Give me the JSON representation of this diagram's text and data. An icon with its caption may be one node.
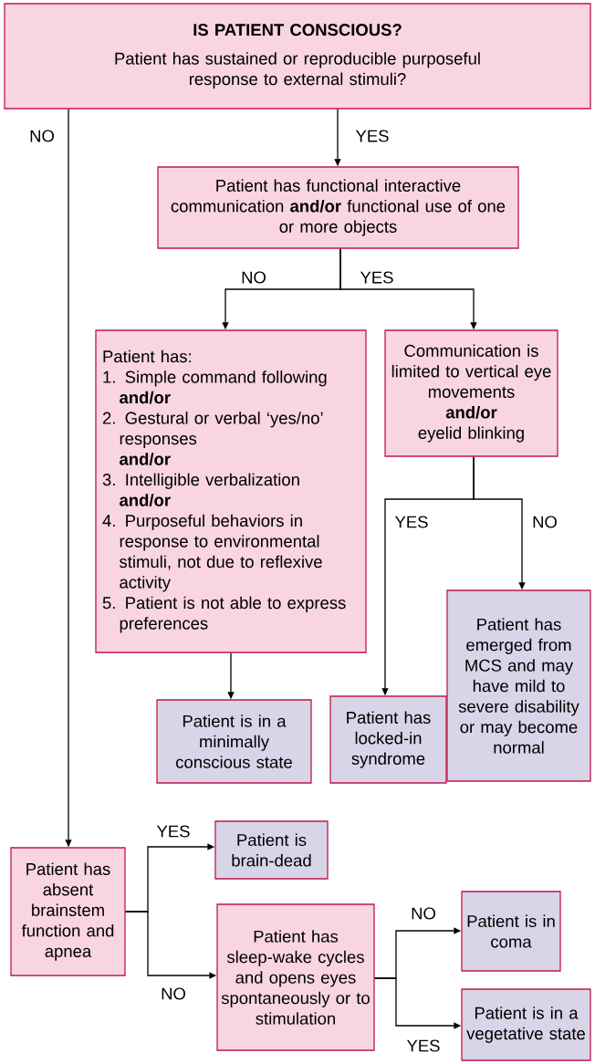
{
  "diagram": {
    "nodes": [
      {
        "text": [
          "IS PATIENT CONSCIOUS?",
          "Patient has sustained or reproducible purposeful response to external stimuli?"
        ]
      },
      {
        "text": [
          "Patient has functional interactive communication **and/or** functional use of one or more objects"
        ]
      },
      {
        "text": [
          "Patient has:",
          "1. Simple command following",
          "and/or",
          "2. Gestural or verbal ‘yes/no’ responses",
          "and/or",
          "3. Intelligible verbalization",
          "and/or",
          "4. Purposeful behaviors in response to environmental stimuli, not due to reflexive activity",
          "5. Patient is not able to express preferences"
        ]
      },
      {
        "text": [
          "Communication is limited to vertical eye movements",
          "and/or",
          "eyelid blinking"
        ]
      },
      {
        "text": [
          "Patient is in a minimally conscious state"
        ]
      },
      {
        "text": [
          "Patient has locked-in syndrome"
        ]
      },
      {
        "text": [
          "Patient has emerged from MCS and may have mild to severe disability or may become normal"
        ]
      },
      {
        "text": [
          "Patient has absent brainstem function and apnea"
        ]
      },
      {
        "text": [
          "Patient is brain-dead"
        ]
      },
      {
        "text": [
          "Patient has sleep-wake cycles and opens eyes spontaneously or to stimulation"
        ]
      },
      {
        "text": [
          "Patient is in coma"
        ]
      },
      {
        "text": [
          "Patient is in a vegetative state"
        ]
      }
    ],
    "edges": [
      {
        "from": 0,
        "to": 7,
        "arrow": "to",
        "label": "NO"
      },
      {
        "from": 0,
        "to": 1,
        "arrow": "to",
        "label": "YES"
      },
      {
        "from": 1,
        "to": 2,
        "arrow": "to",
        "label": "NO"
      },
      {
        "from": 1,
        "to": 3,
        "arrow": "to",
        "label": "YES"
      },
      {
        "from": 2,
        "to": 4,
        "arrow": "to"
      },
      {
        "from": 3,
        "to": 5,
        "arrow": "to",
        "label": "YES"
      },
      {
        "from": 3,
        "to": 6,
        "arrow": "to",
        "label": "NO"
      },
      {
        "from": 7,
        "to": 8,
        "arrow": "to",
        "label": "YES"
      },
      {
        "from": 7,
        "to": 9,
        "arrow": "to",
        "label": "NO"
      },
      {
        "from": 9,
        "to": 10,
        "arrow": "to",
        "label": "NO"
      },
      {
        "from": 9,
        "to": 11,
        "arrow": "to",
        "label": "YES"
      }
    ]
  }
}
